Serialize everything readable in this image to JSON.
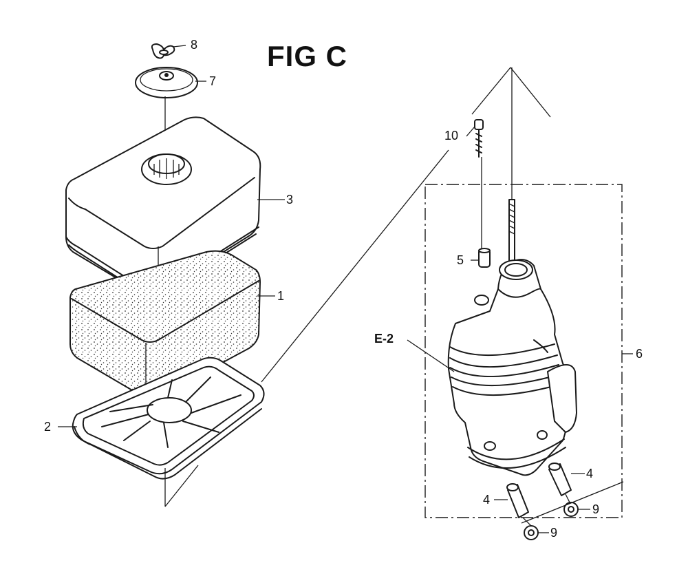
{
  "figure": {
    "title": "FIG C"
  },
  "callouts": {
    "c1": "1",
    "c2": "2",
    "c3": "3",
    "c4a": "4",
    "c4b": "4",
    "c5": "5",
    "c6": "6",
    "c7": "7",
    "c8": "8",
    "c9a": "9",
    "c9b": "9",
    "c10": "10",
    "ref": "E-2"
  },
  "colors": {
    "ink": "#1a1a1a",
    "background": "#ffffff"
  }
}
